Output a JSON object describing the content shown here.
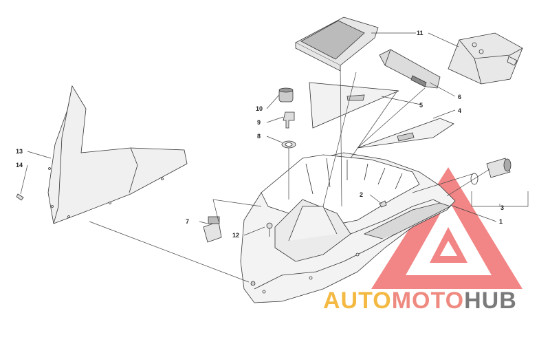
{
  "callouts": [
    {
      "id": "c1",
      "label": "1"
    },
    {
      "id": "c2",
      "label": "2"
    },
    {
      "id": "c3",
      "label": "3"
    },
    {
      "id": "c4",
      "label": "4"
    },
    {
      "id": "c5",
      "label": "5"
    },
    {
      "id": "c6",
      "label": "6"
    },
    {
      "id": "c7",
      "label": "7"
    },
    {
      "id": "c8",
      "label": "8"
    },
    {
      "id": "c9",
      "label": "9"
    },
    {
      "id": "c10",
      "label": "10"
    },
    {
      "id": "c11",
      "label": "11"
    },
    {
      "id": "c12",
      "label": "12"
    },
    {
      "id": "c13",
      "label": "13"
    },
    {
      "id": "c14",
      "label": "14"
    }
  ],
  "watermark": {
    "part1": "AUTO",
    "part2": "MOTO",
    "part3": "HUB",
    "colors": {
      "part1": "#f4b942",
      "part2": "#ef8a80",
      "part3": "#7a7a7a",
      "triangle": "#f07070"
    }
  }
}
